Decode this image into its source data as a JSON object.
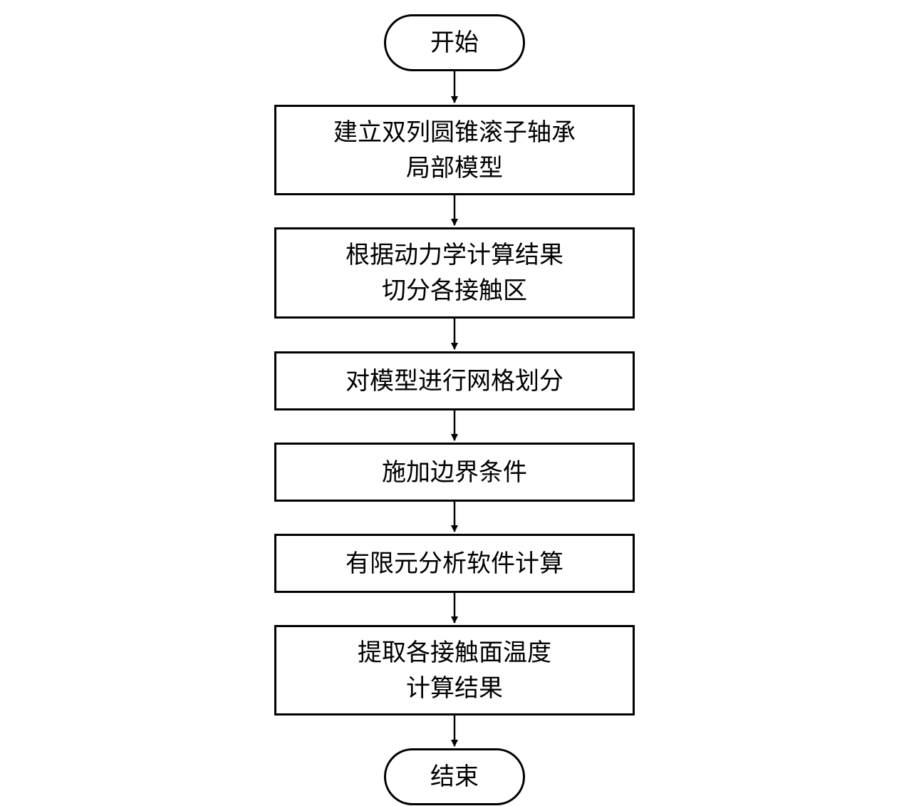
{
  "flowchart": {
    "start": {
      "label": "开始"
    },
    "steps": [
      {
        "label": "建立双列圆锥滚子轴承\n局部模型"
      },
      {
        "label": "根据动力学计算结果\n切分各接触区"
      },
      {
        "label": "对模型进行网格划分"
      },
      {
        "label": "施加边界条件"
      },
      {
        "label": "有限元分析软件计算"
      },
      {
        "label": "提取各接触面温度\n计算结果"
      }
    ],
    "end": {
      "label": "结束"
    }
  }
}
